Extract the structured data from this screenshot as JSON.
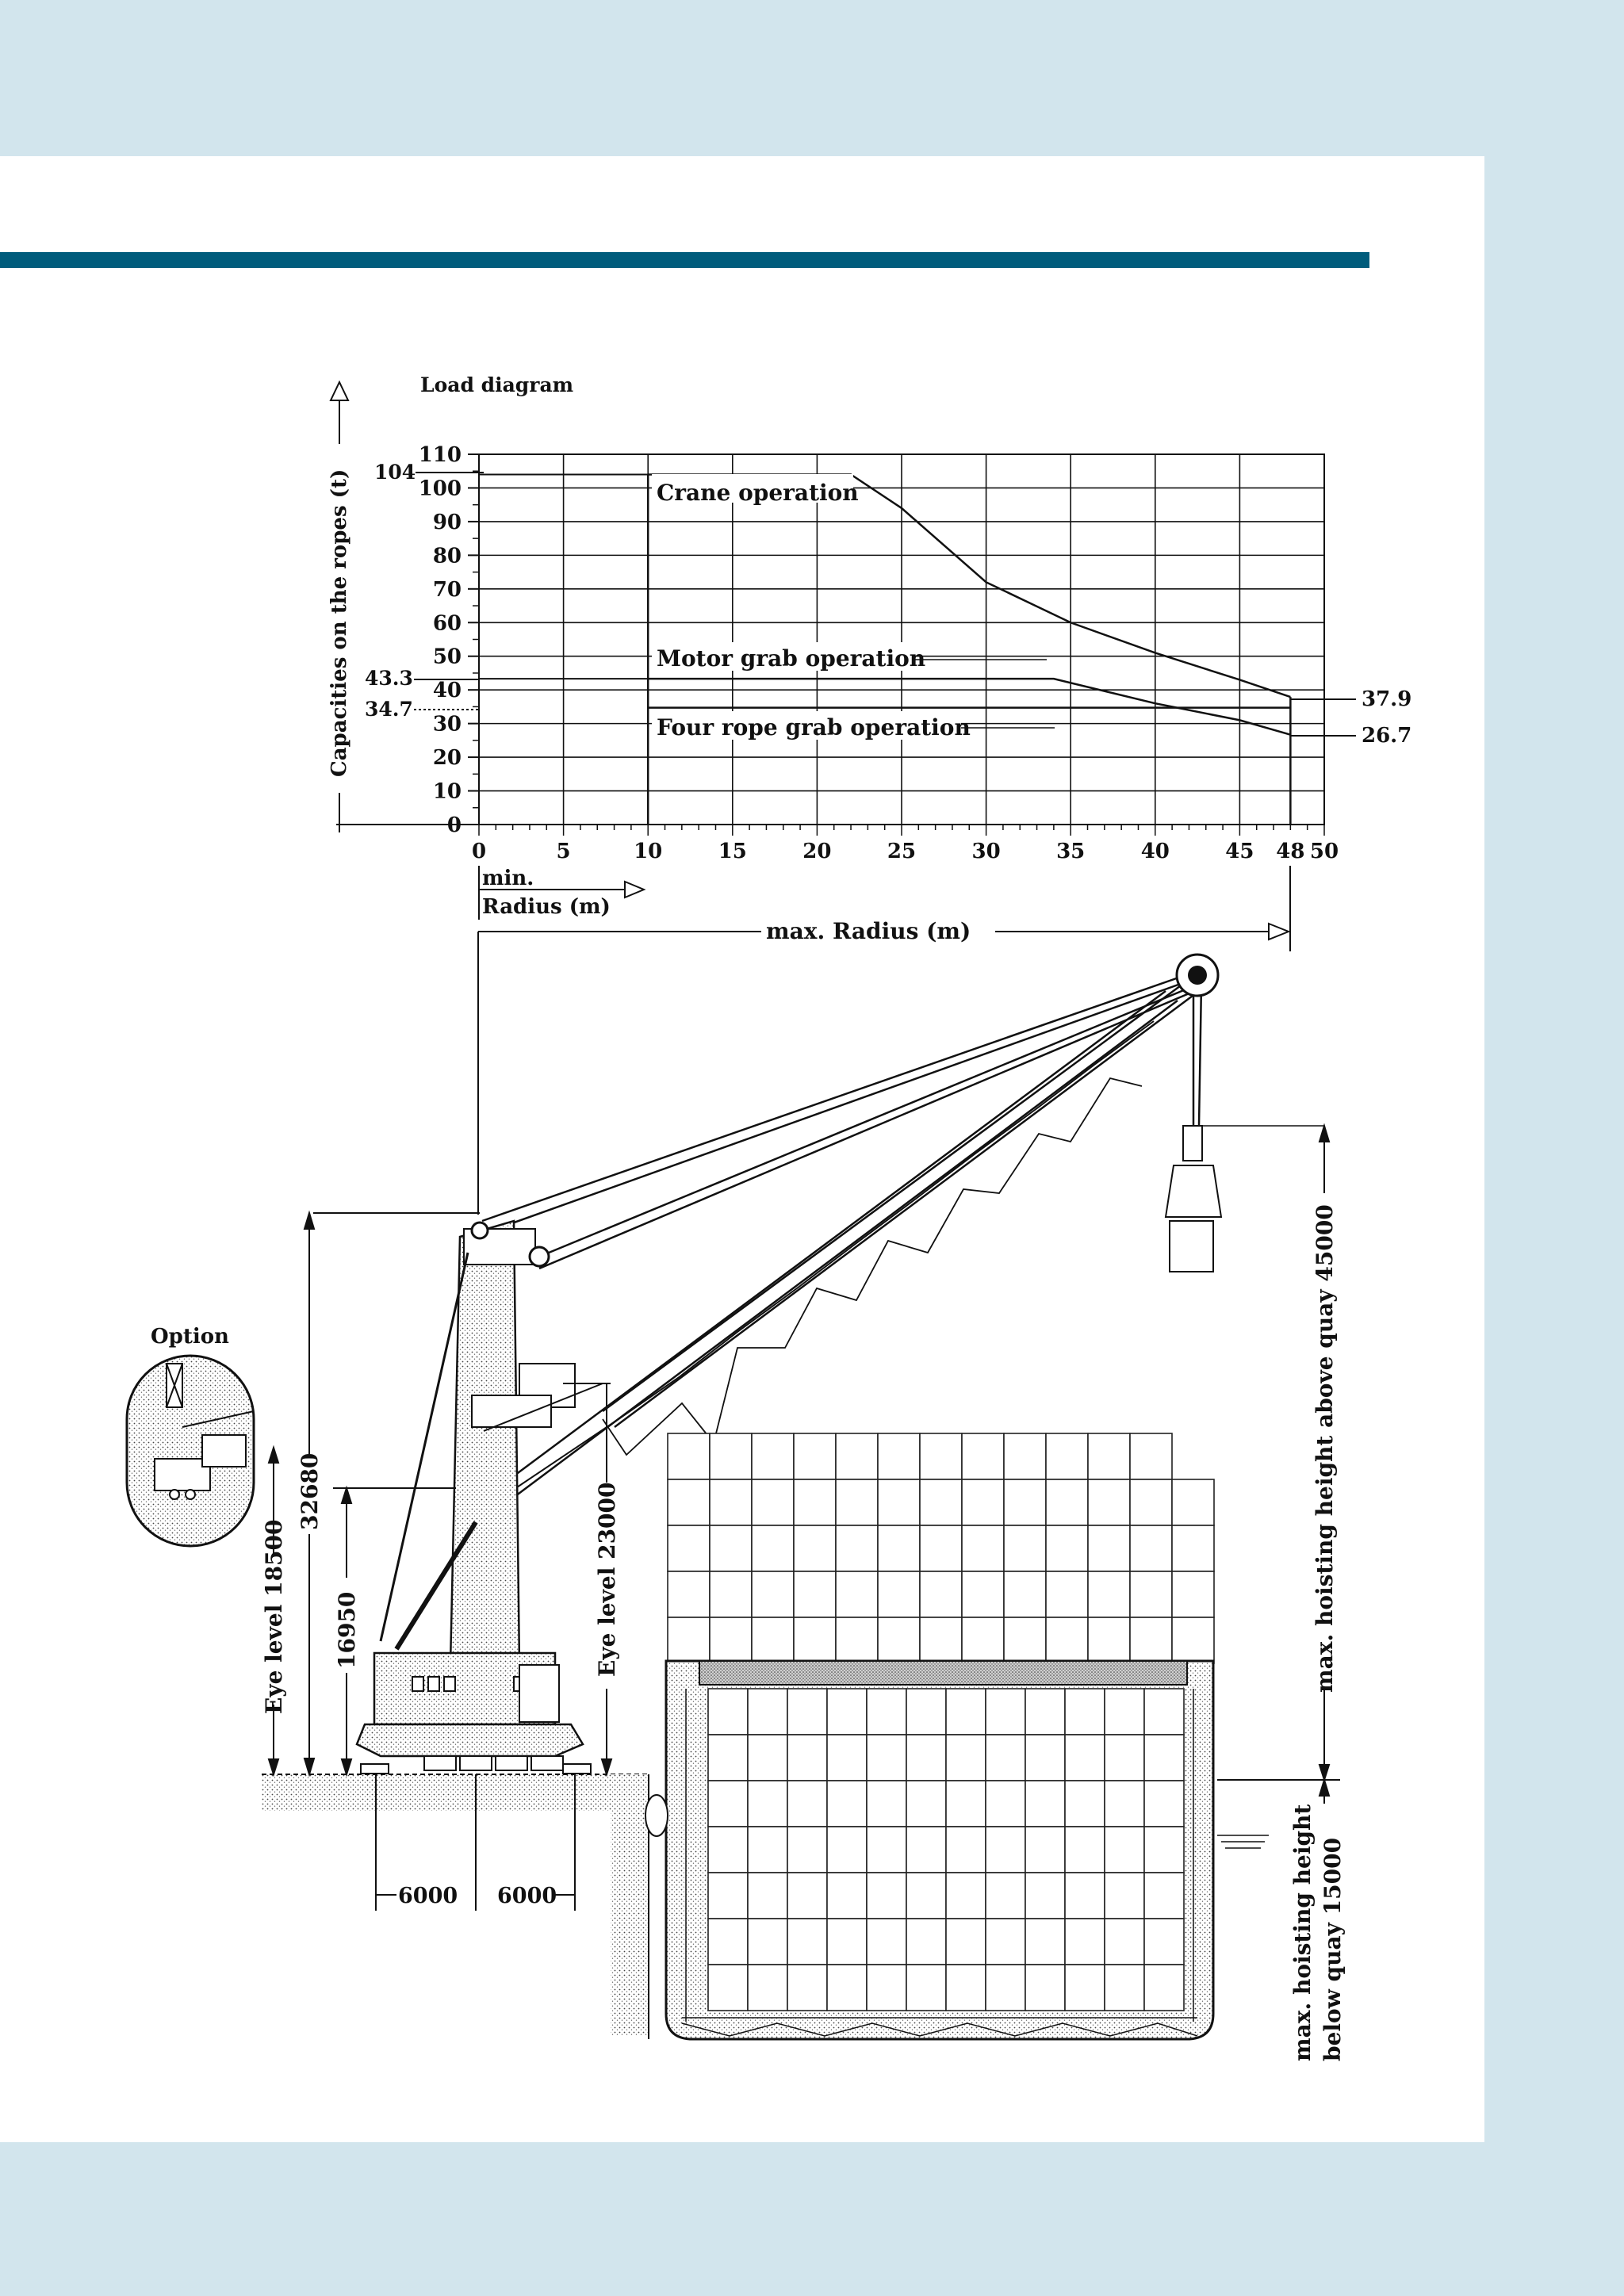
{
  "load_diagram": {
    "title": "Load diagram",
    "y_axis_label": "Capacities on the ropes  (t)",
    "y_ticks": [
      "0",
      "10",
      "20",
      "30",
      "40",
      "50",
      "60",
      "70",
      "80",
      "90",
      "100",
      "110"
    ],
    "x_ticks": [
      "0",
      "5",
      "10",
      "15",
      "20",
      "25",
      "30",
      "35",
      "40",
      "45",
      "48",
      "50"
    ],
    "y_marks": [
      "104",
      "43.3",
      "34.7"
    ],
    "end_values": [
      "37.9",
      "26.7"
    ],
    "curves": [
      "Crane operation",
      "Motor grab operation",
      "Four rope grab operation"
    ],
    "min_radius_label_1": "min.",
    "min_radius_label_2": "Radius (m)",
    "max_radius_label": "max. Radius (m)"
  },
  "chart_data": {
    "type": "line",
    "title": "Load diagram",
    "xlabel": "Radius (m)",
    "ylabel": "Capacities on the ropes  (t)",
    "xlim": [
      0,
      50
    ],
    "ylim": [
      0,
      110
    ],
    "grid": true,
    "series": [
      {
        "name": "Crane operation",
        "x": [
          10,
          22,
          25,
          30,
          35,
          40,
          45,
          48
        ],
        "values": [
          104,
          104,
          94,
          72,
          60,
          51,
          43,
          37.9
        ]
      },
      {
        "name": "Motor grab operation",
        "x": [
          10,
          34,
          40,
          45,
          48
        ],
        "values": [
          43.3,
          43.3,
          36,
          31,
          26.7
        ]
      },
      {
        "name": "Four rope grab operation",
        "x": [
          10,
          48
        ],
        "values": [
          34.7,
          34.7
        ]
      }
    ]
  },
  "dimensions": {
    "eye_level_1": "Eye level 18500",
    "height_1": "32680",
    "height_2": "16950",
    "eye_level_2": "Eye level 23000",
    "span_left": "6000",
    "span_right": "6000",
    "max_hoist_above": "max. hoisting height above quay 45000",
    "max_hoist_below_1": "max. hoisting height",
    "max_hoist_below_2": "below quay 15000",
    "option_label": "Option"
  },
  "colors": {
    "background": "#d2e5ed",
    "accent_bar": "#005c7c",
    "ink": "#111111"
  }
}
